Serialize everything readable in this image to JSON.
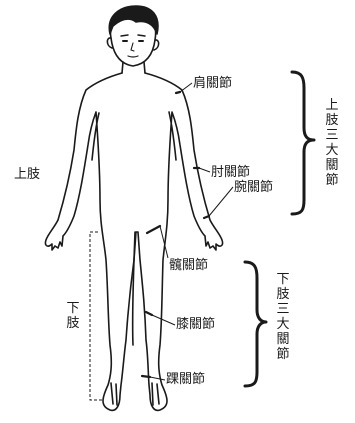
{
  "joints": {
    "shoulder": "肩關節",
    "elbow": "肘關節",
    "wrist": "腕關節",
    "hip": "髖關節",
    "knee": "膝關節",
    "ankle": "踝關節"
  },
  "groups": {
    "upper_limb": "上肢",
    "lower_limb": "下肢",
    "upper_three_joints": "上肢三大關節",
    "lower_three_joints": "下肢三大關節"
  }
}
